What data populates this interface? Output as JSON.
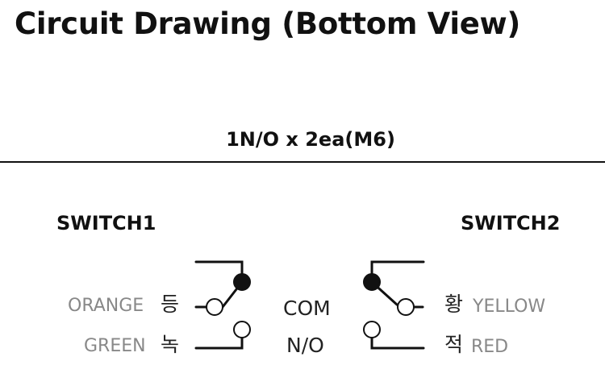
{
  "title": "Circuit Drawing (Bottom View)",
  "subtitle": "1N/O x 2ea(M6)",
  "switch1": {
    "name": "SWITCH1",
    "wire_top": {
      "color_name": "ORANGE",
      "korean": "등"
    },
    "wire_bottom": {
      "color_name": "GREEN",
      "korean": "녹"
    }
  },
  "switch2": {
    "name": "SWITCH2",
    "wire_top": {
      "color_name": "YELLOW",
      "korean": "황"
    },
    "wire_bottom": {
      "color_name": "RED",
      "korean": "적"
    }
  },
  "terminals": {
    "com": "COM",
    "no": "N/O"
  }
}
